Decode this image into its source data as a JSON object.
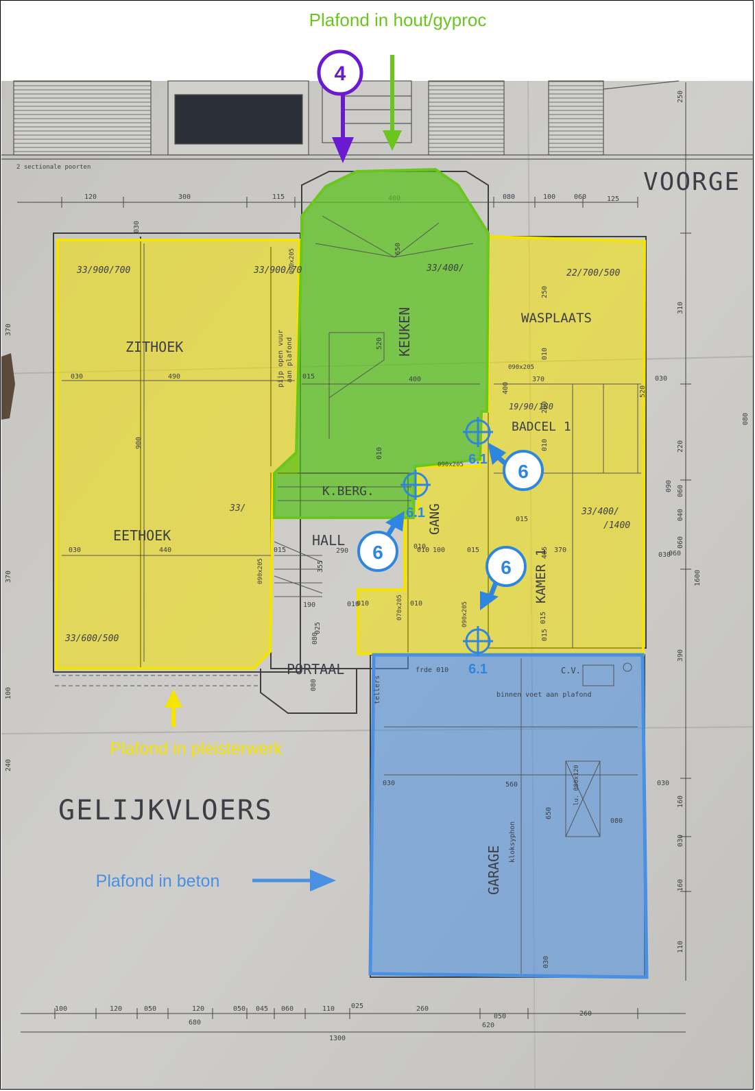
{
  "annotations": {
    "ceiling_wood": "Plafond in hout/gyproc",
    "ceiling_plaster": "Plafond in pleisterwerk",
    "ceiling_concrete": "Plafond in beton"
  },
  "markers": {
    "circle_4": "4",
    "circle_6": "6",
    "target_61": "6.1"
  },
  "plan": {
    "floor_title": "GELIJKVLOERS",
    "header_partial": "VOORGE",
    "sectional_gates": "2 sectionale poorten",
    "rooms": {
      "zithoek": "ZITHOEK",
      "eethoek": "EETHOEK",
      "keuken": "KEUKEN",
      "wasplaats": "WASPLAATS",
      "badcel": "BADCEL 1",
      "kamer": "KAMER 1",
      "gang": "GANG",
      "kberg": "K.BERG.",
      "hall": "HALL",
      "portaal": "PORTAAL",
      "garage": "GARAGE"
    },
    "notes": {
      "pijp": "pijp open vuur",
      "pijp2": "aan plafond",
      "binnen": "binnen voet aan plafond",
      "kloksyphon": "kloksyphon",
      "tellers": "tellers",
      "cv": "C.V.",
      "frde": "frde 010"
    },
    "windows": {
      "w_zithoek": "33/900/700",
      "w_zithoek2": "33/900/70",
      "w_keuken": "33/400/",
      "w_wasplaats": "22/700/500",
      "w_eethoek": "33/600/500",
      "w_kamer": "33/400/",
      "w_eethoek2": "33/",
      "w_badcel": "19/90/180",
      "w_kamer2": "/1400"
    },
    "doors": {
      "d1": "090x205",
      "d2": "090x205",
      "d3": "090x205",
      "d4": "090x205",
      "d5": "090x205",
      "d6": "070x205"
    },
    "dims_top": {
      "t120": "120",
      "t300": "300",
      "t115": "115",
      "t400": "400",
      "t080": "080",
      "t100": "100",
      "t060": "060",
      "t125": "125",
      "t030": "030"
    },
    "dims_bottom": {
      "b100": "100",
      "b120": "120",
      "b050": "050",
      "b120b": "120",
      "b680": "680",
      "b050b": "050",
      "b045": "045",
      "b060": "060",
      "b110": "110",
      "b025": "025",
      "b260": "260",
      "b1300": "1300",
      "b050c": "050",
      "b620": "620",
      "b260b": "260"
    },
    "dims_inner": {
      "i030a": "030",
      "i490": "490",
      "i015": "015",
      "i400": "400",
      "i520": "520",
      "i900": "900",
      "i030b": "030",
      "i440": "440",
      "i015b": "015",
      "i290": "290",
      "i355": "355",
      "i190": "190",
      "i010": "010",
      "i025": "025",
      "i080": "080",
      "i560": "560",
      "i650": "650",
      "i030c": "030",
      "i080b": "080",
      "i030d": "030",
      "i370": "370",
      "i250": "250",
      "i010b": "010",
      "i200": "200",
      "i010c": "010",
      "i015c": "015",
      "i370b": "370",
      "i405": "405",
      "i015d": "015",
      "i010d": "010",
      "i100": "100",
      "i030e": "030",
      "i650b": "650",
      "i060": "060",
      "i015e": "015",
      "i090": "090",
      "i010e": "010",
      "i400b": "400",
      "i520b": "520",
      "i030f": "030",
      "i010f": "010",
      "i010g": "010",
      "i015f": "015",
      "i010h": "010",
      "i030g": "030",
      "i080c": "080",
      "i310": "310",
      "i220": "220",
      "i060b": "060",
      "i040": "040",
      "i060c": "060",
      "i390": "390",
      "i160": "160",
      "i030h": "030",
      "i160b": "160",
      "i110": "110",
      "i250b": "250",
      "i1600": "1600",
      "i370c": "370",
      "i370d": "370",
      "i100b": "100",
      "i240": "240",
      "i080d": "080"
    },
    "skylight": "lu. 080x120"
  },
  "colors": {
    "plaster": "#f5e300",
    "wood": "#6ac61e",
    "concrete": "#4a90e2",
    "marker4": "#6a1bd1",
    "marker6": "#2e86de",
    "paper": "#c9c8c4"
  }
}
